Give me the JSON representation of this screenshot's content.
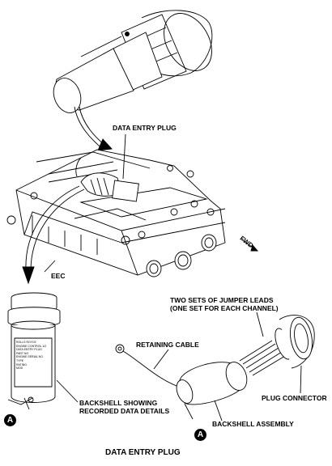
{
  "labels": {
    "data_entry_plug_top": "DATA ENTRY PLUG",
    "fwd": "FWD",
    "eec": "EEC",
    "jumper_leads_line1": "TWO SETS OF JUMPER LEADS",
    "jumper_leads_line2": "(ONE SET FOR EACH CHANNEL)",
    "retaining_cable": "RETAINING CABLE",
    "plug_connector": "PLUG CONNECTOR",
    "backshell_showing_line1": "BACKSHELL SHOWING",
    "backshell_showing_line2": "RECORDED DATA DETAILS",
    "backshell_assembly": "BACKSHELL ASSEMBLY",
    "detail_marker_left": "A",
    "detail_marker_right": "A",
    "figure_title": "DATA ENTRY PLUG"
  },
  "backshell_plate_text": [
    "ROLLS ROYCE",
    "ENGINE CONTROL 1/2",
    "DATA ENTRY PLUG",
    "PART NO",
    "ENGINE SERIAL NO",
    "TYPE",
    "RATING",
    "MOD"
  ]
}
